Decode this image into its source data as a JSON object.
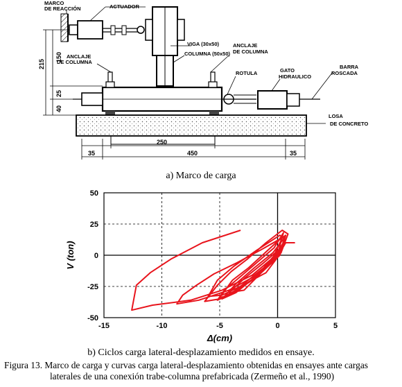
{
  "diagram": {
    "labels": {
      "marco": "MARCO",
      "de_reaccion": "DE REACCIÓN",
      "actuador": "ACTUADOR",
      "viga": "VIGA (30x50)",
      "columna": "COLUMNA (50x50)",
      "anclaje_columna_right_1": "ANCLAJE",
      "anclaje_columna_right_2": "DE COLUMNA",
      "anclaje_columna_left_1": "ANCLAJE",
      "anclaje_columna_left_2": "DE COLUMNA",
      "rotula": "ROTULA",
      "gato_1": "GATO",
      "gato_2": "HIDRAULICO",
      "barra_1": "BARRA",
      "barra_2": "ROSCADA",
      "losa_1": "LOSA",
      "losa_2": "DE CONCRETO"
    },
    "dimensions": {
      "d215": "215",
      "d150": "150",
      "d25": "25",
      "d40": "40",
      "d250": "250",
      "d450": "450",
      "d35_left": "35",
      "d35_right": "35"
    }
  },
  "caption_a": "a)    Marco de carga",
  "caption_b": "b)   Ciclos carga lateral-desplazamiento medidos en ensaye.",
  "figure_caption": {
    "line1": "Figura 13.  Marco de carga y curvas carga lateral-desplazamiento obtenidas en ensayes ante cargas",
    "line2": "laterales de una conexión trabe-columna prefabricada (Zermeño et al., 1990)"
  },
  "chart_data": {
    "type": "line",
    "xlabel": "Δ(cm)",
    "ylabel": "V (ton)",
    "xlim": [
      -15,
      5
    ],
    "ylim": [
      -50,
      50
    ],
    "xticks": [
      "-15",
      "-10",
      "-5",
      "0",
      "5"
    ],
    "yticks": [
      "50",
      "25",
      "0",
      "-25",
      "-50"
    ],
    "grid": "dashed",
    "color": "#e8141c",
    "series": [
      {
        "x": [
          -3.2,
          -6.5,
          -9.2,
          -11.0,
          -12.2,
          -12.6,
          -10.8,
          -7.5,
          -4.8,
          -2.2,
          -0.4,
          0.4,
          -1.5,
          -3.5,
          -5.5,
          -7.0,
          -8.2,
          -8.7,
          -6.8,
          -4.2,
          -1.8,
          -0.2,
          0.7,
          0.2,
          -1.8,
          -3.8,
          -5.2,
          -6.0,
          -4.8,
          -3.0,
          -1.0,
          0.3,
          0.9,
          0.4,
          -1.0,
          -2.6,
          -4.0,
          -5.2,
          -6.3,
          -5.0,
          -3.2,
          -1.4,
          0.2,
          0.7,
          0.1,
          -1.2,
          -2.5,
          -3.9,
          -5.0,
          -4.2,
          -2.8,
          -1.2,
          0.1,
          0.5,
          -0.3,
          -1.8,
          -3.2,
          -4.6,
          -5.2,
          -3.8,
          -2.2,
          -0.6,
          0.4,
          0.6,
          -0.4,
          -2.0,
          -3.5,
          -4.8,
          -3.6,
          -2.0,
          -0.5,
          0.5,
          0.3,
          -1.2,
          -2.8,
          -4.2,
          -2.9,
          -1.4,
          0.2,
          0.7,
          1.5
        ],
        "y": [
          20,
          10,
          -3,
          -14,
          -24,
          -44,
          -40,
          -36,
          -28,
          -16,
          -2,
          14,
          4,
          -6,
          -15,
          -24,
          -32,
          -39,
          -36,
          -28,
          -16,
          -3,
          12,
          16,
          4,
          -9,
          -20,
          -33,
          -32,
          -24,
          -14,
          2,
          17,
          20,
          10,
          -3,
          -13,
          -24,
          -37,
          -35,
          -26,
          -14,
          0,
          16,
          12,
          1,
          -10,
          -20,
          -34,
          -32,
          -22,
          -10,
          4,
          18,
          6,
          -6,
          -17,
          -28,
          -36,
          -30,
          -20,
          -6,
          8,
          14,
          2,
          -10,
          -22,
          -35,
          -30,
          -18,
          -4,
          10,
          6,
          -6,
          -18,
          -30,
          -28,
          -14,
          2,
          10,
          10
        ]
      }
    ]
  }
}
